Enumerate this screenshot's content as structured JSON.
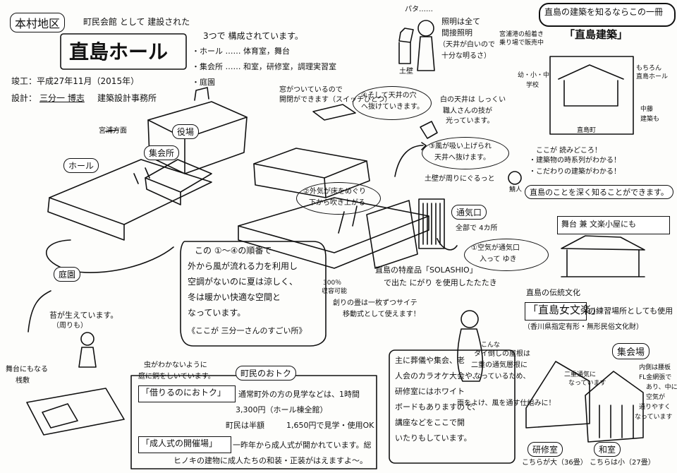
{
  "header": {
    "area": "本村地区",
    "intro": "町民会館 として 建設された",
    "title": "直島ホール",
    "completed": "竣工：平成27年11月（2015年）",
    "designer_label": "設計：",
    "designer_name": "三分一 博志",
    "designer_office": "建築設計事務所",
    "structure_lead": "3つで 構成されています。",
    "structure": [
      "・ホール …… 体育室，舞台",
      "・集会所 …… 和室，研修室，調理実習室",
      "・庭園"
    ]
  },
  "lighting": {
    "sound": "パタ……",
    "text": [
      "照明は全て",
      "間接照明",
      "（天井が白いので",
      "十分な明るさ）"
    ],
    "wall_label": "土壁"
  },
  "book": {
    "heading": "直島の建築を知るならこの一冊",
    "title": "「直島建築」",
    "notes": [
      "宮浦港の船着き",
      "乗り場で販売中",
      "幼・小・中",
      "学校",
      "もちろん",
      "直島ホール",
      "中藤",
      "建築も",
      "直島町"
    ],
    "highlights": [
      "ここが 読みどころ！",
      "・建築物の時系列がわかる！",
      "・こだわりの建築がわかる！"
    ],
    "conclusion": "直島のことを深く知ることができます。",
    "reader": "鯖人"
  },
  "map": {
    "hall": "ホール",
    "town_office": "役場",
    "meeting_house": "集会所",
    "garden": "庭園",
    "direction": "宮浦方面",
    "moss": "苔が生えています。",
    "moss_note": "（周りも）"
  },
  "ventilation": {
    "window_note": [
      "窓がついているので",
      "開閉ができます（スイッチひとつ）"
    ],
    "steps": [
      "①空気が通気口",
      "入って ゆき",
      "②外気が床をめぐり",
      "下から吹き上がる",
      "③風が吸い上げられ",
      "天井へ抜けます。",
      "④そして天井の穴",
      "へ抜けていきます。"
    ],
    "ceiling": [
      "白の天井は しっくい",
      "職人さんの技が",
      "光っています。"
    ],
    "earth_wall": "土壁が周りにぐるっと",
    "vent": "通気口",
    "vent_count": "全部で 4カ所",
    "solashio": [
      "直島の特産品「SOLASHIO」",
      "で出た にがり を使用したたたき"
    ],
    "planks": [
      "300％",
      "収容可能",
      "創りの畳は一枚ずつサイテ",
      "移動式として使えます！"
    ]
  },
  "summary": {
    "lines": [
      "この ①〜④の順番で",
      "外から風が流れる力を利用し",
      "空調がないのに夏は涼しく、",
      "冬は暖かい快適な空間と",
      "なっています。",
      "《ここが 三分一さんのすごい所》"
    ]
  },
  "stage": {
    "label": "舞台 兼 文楽小屋にも",
    "culture_heading": "直島の伝統文化",
    "culture_name": "「直島女文楽」",
    "culture_text": "の練習場所としても使用",
    "culture_note": "（香川県指定有形・無形民俗文化財）"
  },
  "garden_notes": {
    "stage_hint": "舞台にもなる",
    "stage_name": "桟敷",
    "insect": "虫がわかないように",
    "insect_2": "庭に銅をしいています。"
  },
  "otoku": {
    "heading": "町民のおトク",
    "rent_label": "「借りるのにおトク」",
    "rent_text": "通常町外の方の見学などは、1時間",
    "prices": [
      "3,300円（ホール棟全館）",
      "町民は半額",
      "1,650円で見学・使用OK"
    ],
    "ceremony_label": "「成人式の開催場」",
    "ceremony_text": "一昨年から成人式が開かれています。総",
    "ceremony_text_2": "ヒノキの建物に成人たちの和装・正装がはえますよ〜。"
  },
  "meeting": {
    "uses": [
      "主に葬儀や集会、老",
      "人会のカラオケ大会や、",
      "研修室にはホワイト",
      "ボードもありますので、",
      "講座などをここで開",
      "いたりもしています。"
    ],
    "roof_lead": "こんな",
    "roof": [
      "タイ倒しの屋根は",
      "二重の通気層根に",
      "なっているため、",
      "雨をよけ、風を通す仕組みに！"
    ],
    "label": "集会場",
    "roof_note": [
      "二重通気に",
      "なっています"
    ],
    "side": [
      "内側は腰板",
      "FL金網張で",
      "あり、中に",
      "空気が",
      "通りやすく",
      "なっています"
    ],
    "room_1": "研修室",
    "room_1_size": "こちらが大（36畳）",
    "room_2": "和室",
    "room_2_size": "こちらは小（27畳）"
  }
}
